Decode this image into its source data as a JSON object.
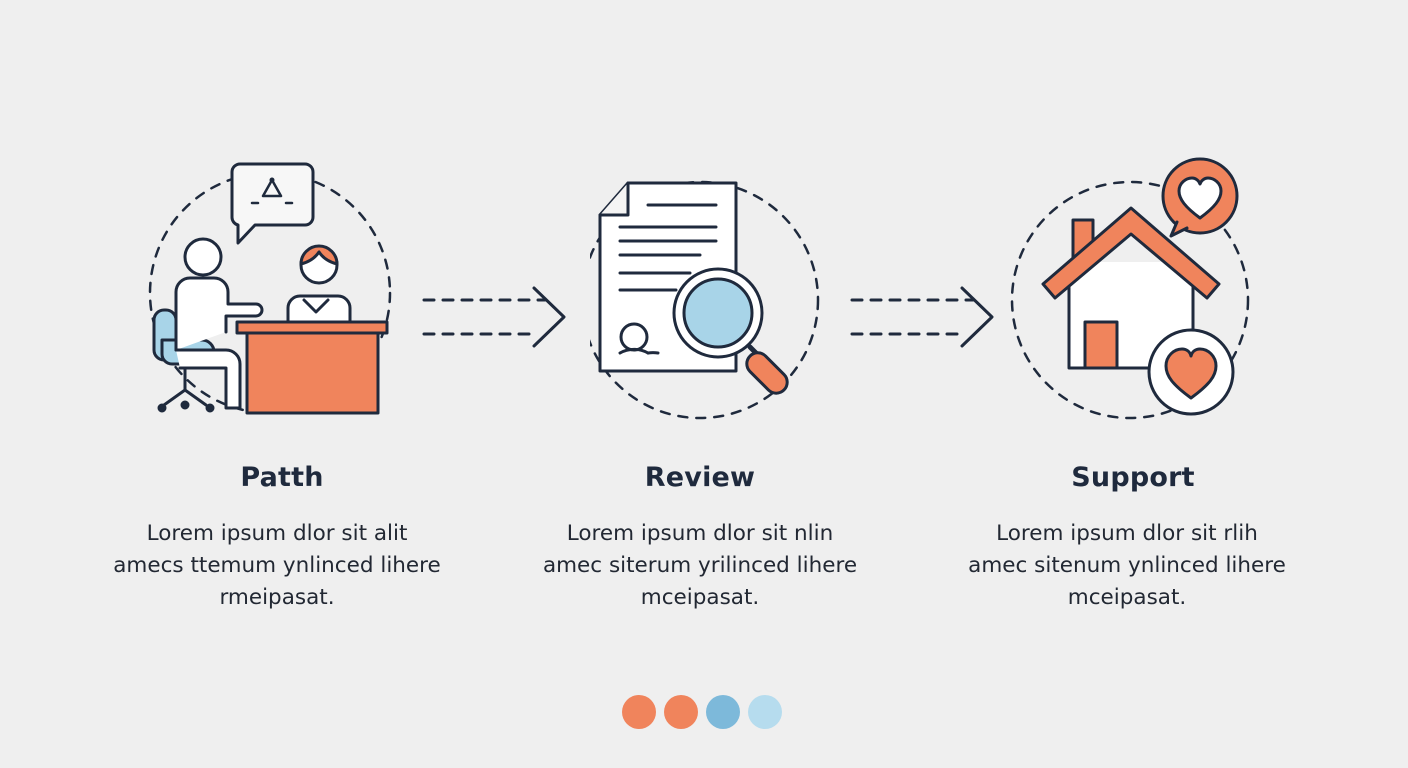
{
  "steps": [
    {
      "title": "Patth",
      "desc": [
        "Lorem ipsum dlor sit alit",
        "amecs ttemum ynlinced lihere",
        "rmeipasat."
      ],
      "icon": "consultation-desk-icon"
    },
    {
      "title": "Review",
      "desc": [
        "Lorem ipsum dlor sit nlin",
        "amec siterum yrilinced lihere",
        "mceipasat."
      ],
      "icon": "document-magnifier-icon"
    },
    {
      "title": "Support",
      "desc": [
        "Lorem ipsum dlor sit rlih",
        "amec sitenum ynlinced lihere",
        "mceipasat."
      ],
      "icon": "house-heart-icon"
    }
  ],
  "colors": {
    "background": "#efefef",
    "outline": "#1f2a3d",
    "accent_orange": "#f0845c",
    "accent_blue": "#a8d4e8",
    "text": "#222833"
  },
  "pagination": {
    "dots": [
      "#f0845c",
      "#f0845c",
      "#7db9da",
      "#b6dcee"
    ]
  }
}
